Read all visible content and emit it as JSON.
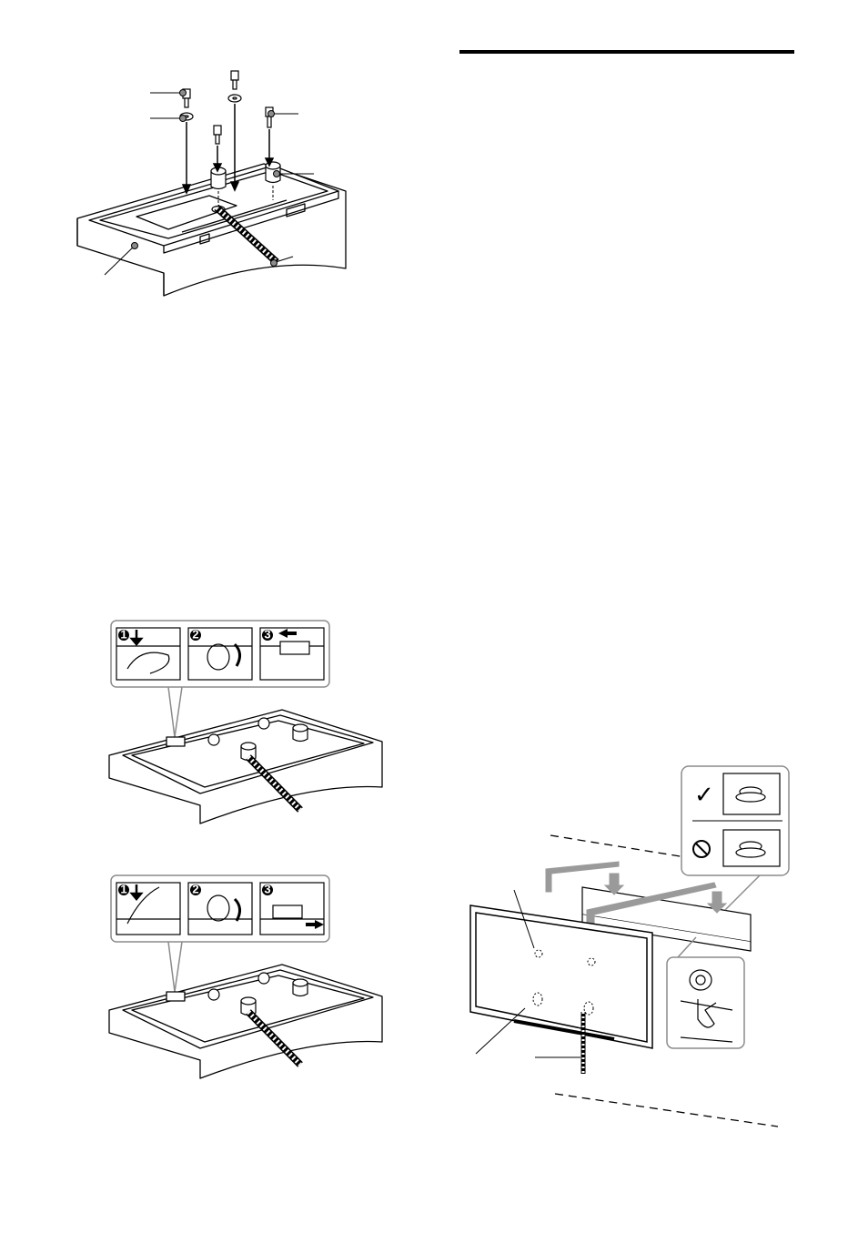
{
  "page": {
    "bg": "#ffffff",
    "ink": "#000000",
    "callout_gray": "#8c8c8c",
    "bracket_gray": "#9a9a9a"
  },
  "figures": [
    {
      "id": "figure-1",
      "description_icons": [
        "screw-icon",
        "washer-icon",
        "spacer-icon",
        "belt-icon",
        "cloth-icon"
      ]
    },
    {
      "id": "figure-2",
      "steps": [
        {
          "number": "1",
          "icon": "arrow-down-icon"
        },
        {
          "number": "2",
          "icon": "rotate-icon"
        },
        {
          "number": "3",
          "icon": "arrow-left-icon"
        }
      ]
    },
    {
      "id": "figure-3",
      "steps": [
        {
          "number": "1",
          "icon": "arrow-down-icon"
        },
        {
          "number": "2",
          "icon": "rotate-icon"
        },
        {
          "number": "3",
          "icon": "arrow-right-icon"
        }
      ]
    },
    {
      "id": "figure-4",
      "inset_marks": {
        "correct": "✓",
        "incorrect": "⃠"
      }
    }
  ]
}
